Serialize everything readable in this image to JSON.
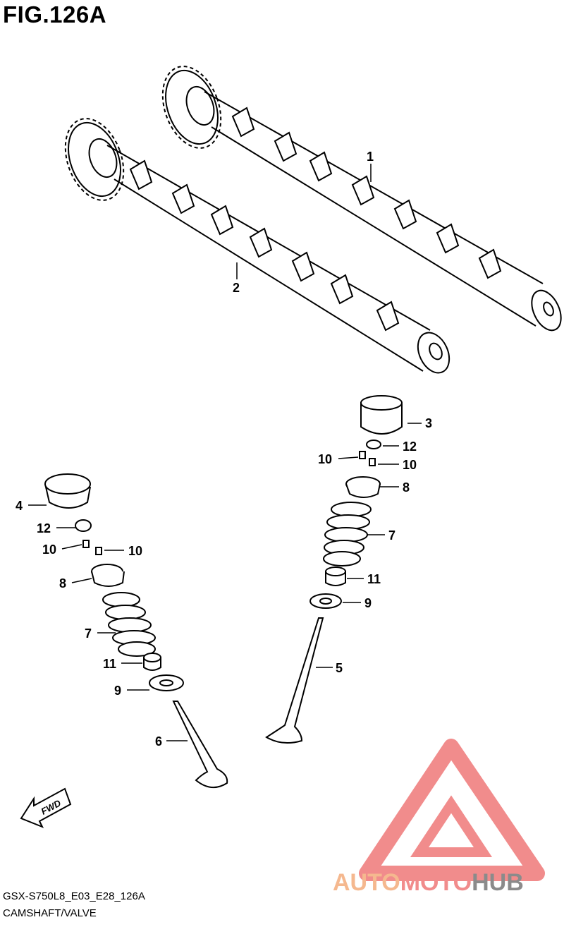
{
  "figure": {
    "title": "FIG.126A",
    "code": "GSX-S750L8_E03_E28_126A",
    "name": "CAMSHAFT/VALVE"
  },
  "callouts": [
    {
      "id": "c1",
      "label": "1"
    },
    {
      "id": "c2",
      "label": "2"
    },
    {
      "id": "c3",
      "label": "3"
    },
    {
      "id": "c12a",
      "label": "12"
    },
    {
      "id": "c10a",
      "label": "10"
    },
    {
      "id": "c10b",
      "label": "10"
    },
    {
      "id": "c8a",
      "label": "8"
    },
    {
      "id": "c7a",
      "label": "7"
    },
    {
      "id": "c11a",
      "label": "11"
    },
    {
      "id": "c9a",
      "label": "9"
    },
    {
      "id": "c5",
      "label": "5"
    },
    {
      "id": "c4",
      "label": "4"
    },
    {
      "id": "c12b",
      "label": "12"
    },
    {
      "id": "c10c",
      "label": "10"
    },
    {
      "id": "c10d",
      "label": "10"
    },
    {
      "id": "c8b",
      "label": "8"
    },
    {
      "id": "c7b",
      "label": "7"
    },
    {
      "id": "c11b",
      "label": "11"
    },
    {
      "id": "c9b",
      "label": "9"
    },
    {
      "id": "c6",
      "label": "6"
    }
  ],
  "fwd_arrow": {
    "label": "FWD"
  },
  "watermark": {
    "part1": "AUTO",
    "part2": "MOTO",
    "part3": "HUB",
    "colors": {
      "accent": "#f4b183",
      "red": "#f08080",
      "dark": "#7f7f7f"
    }
  }
}
